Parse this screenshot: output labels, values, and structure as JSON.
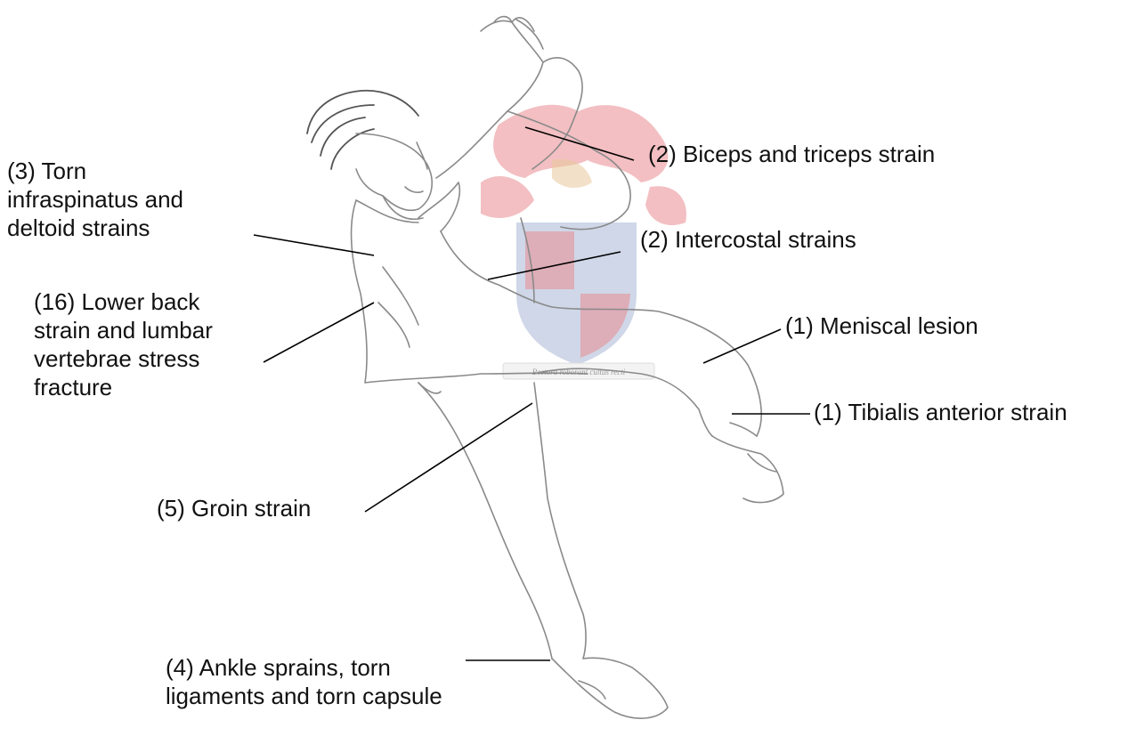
{
  "figure": {
    "watermark_motto": "Pectora roborant cultus recti",
    "colors": {
      "sketch": "#8a8a8a",
      "leader": "#000000",
      "crest_red": "#e98a8f",
      "crest_blue": "#a8b6d6",
      "crest_gold": "#e8c99a"
    }
  },
  "labels": [
    {
      "id": "biceps",
      "text": "(2) Biceps and triceps strain"
    },
    {
      "id": "infraspinatus",
      "lines": [
        "(3) Torn",
        "infraspinatus and",
        "deltoid strains"
      ]
    },
    {
      "id": "intercostal",
      "text": "(2) Intercostal strains"
    },
    {
      "id": "lowerback",
      "lines": [
        "(16) Lower back",
        "strain and lumbar",
        "vertebrae stress",
        "fracture"
      ]
    },
    {
      "id": "meniscal",
      "text": "(1) Meniscal lesion"
    },
    {
      "id": "tibialis",
      "text": "(1) Tibialis anterior strain"
    },
    {
      "id": "groin",
      "text": "(5) Groin strain"
    },
    {
      "id": "ankle",
      "lines": [
        "(4) Ankle sprains, torn",
        "ligaments and torn capsule"
      ]
    }
  ]
}
